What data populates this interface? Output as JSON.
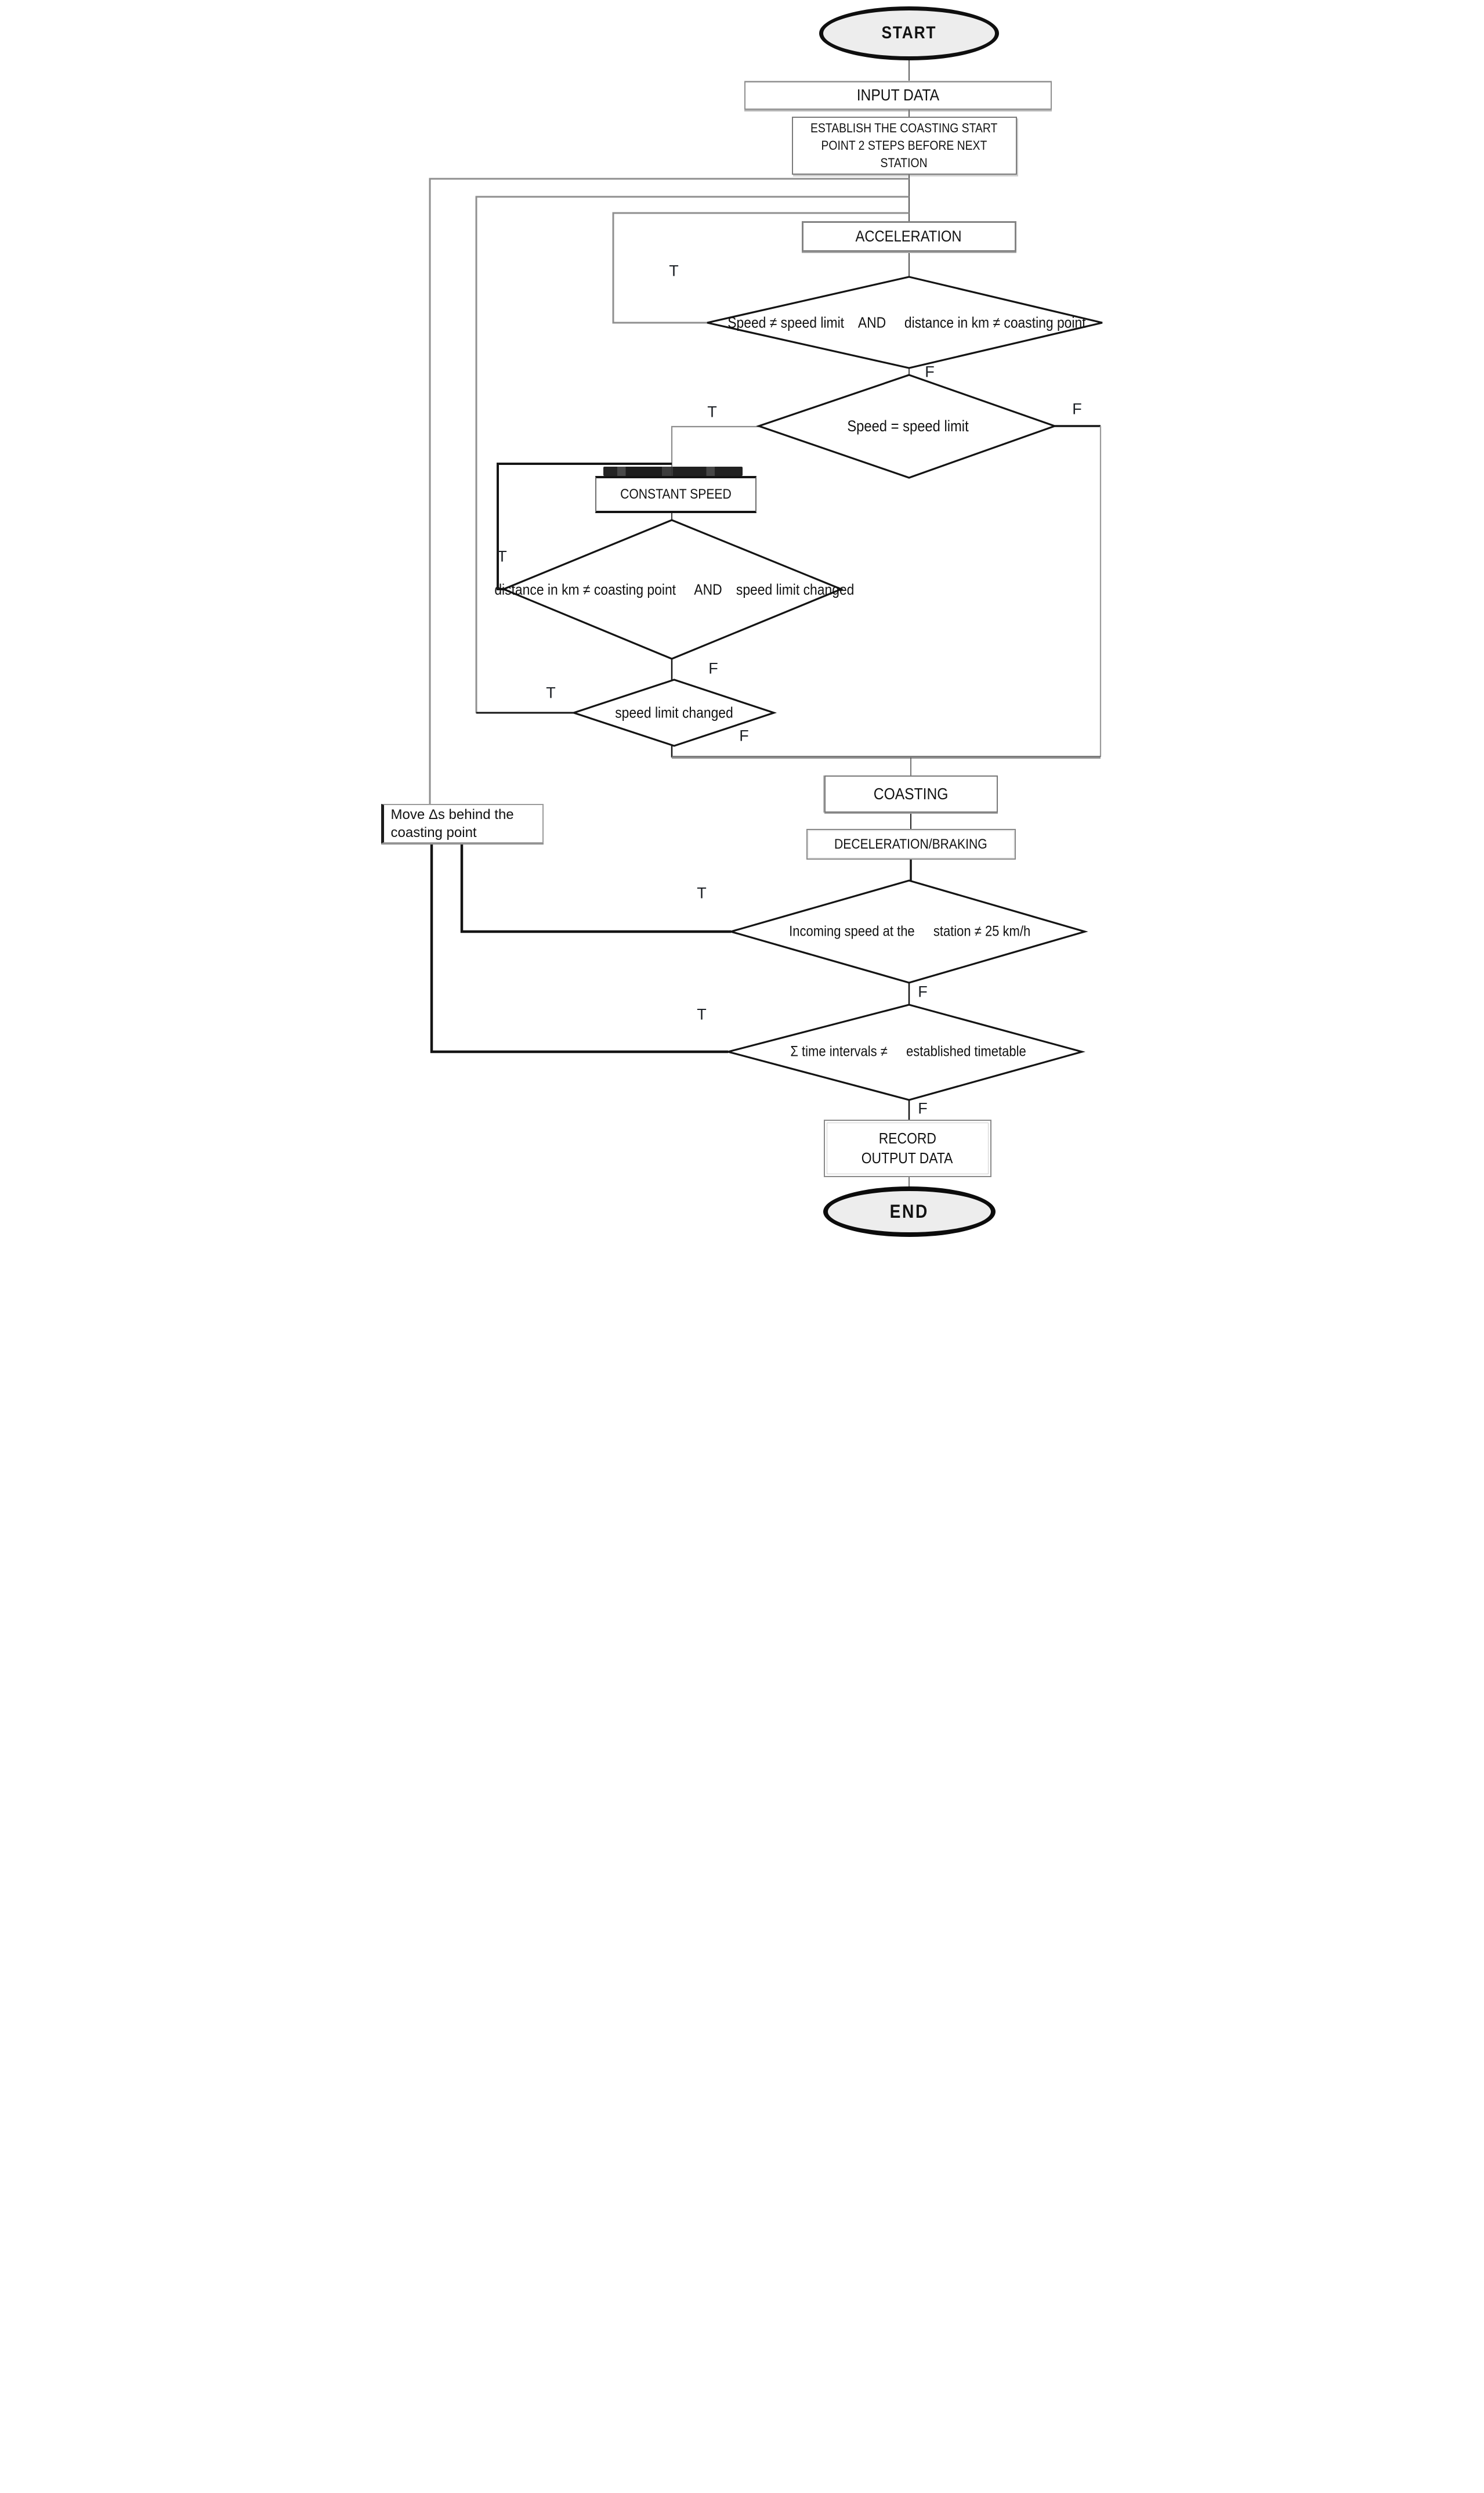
{
  "fc": {
    "start_label": "START",
    "end_label": "END",
    "input_data": "INPUT DATA",
    "establish_line1": "ESTABLISH THE COASTING START",
    "establish_line2": "POINT 2 STEPS BEFORE NEXT",
    "establish_line3": "STATION",
    "acceleration": "ACCELERATION",
    "constant_speed": "CONSTANT SPEED",
    "coasting": "COASTING",
    "deceleration": "DECELERATION/BRAKING",
    "move_line1": "Move Δs behind the",
    "move_line2": "coasting point",
    "record_line1": "RECORD",
    "record_line2": "OUTPUT DATA",
    "d1_line1": "Speed ≠ speed limit",
    "d1_line2": "AND",
    "d1_line3": "distance in km ≠ coasting point",
    "d2": "Speed = speed limit",
    "d3_line1": "distance in km ≠ coasting point",
    "d3_line2": "AND",
    "d3_line3": "speed limit changed",
    "d4": "speed limit changed",
    "d5_line1": "Incoming speed at the",
    "d5_line2": "station ≠ 25 km/h",
    "d6_line1": "Σ time intervals ≠",
    "d6_line2": "established timetable",
    "t": "T",
    "f": "F"
  }
}
